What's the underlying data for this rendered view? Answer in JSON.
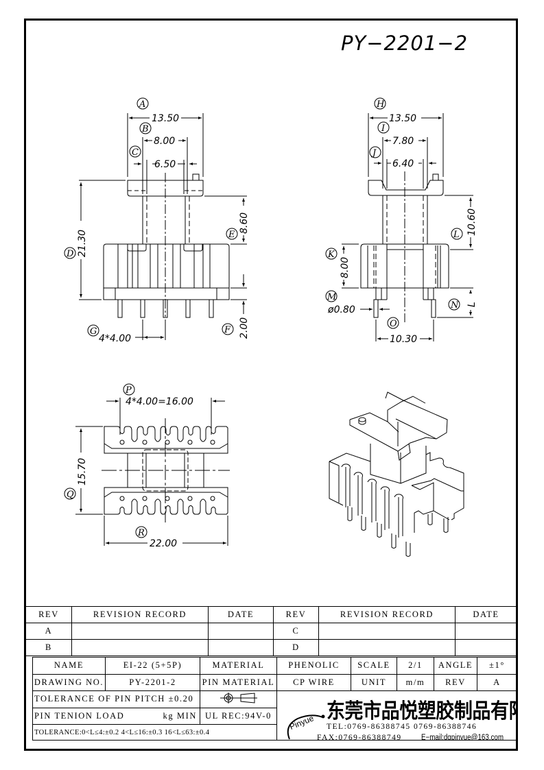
{
  "drawing": {
    "number_title": "PY−2201−2",
    "front_view": {
      "labels": {
        "A": "A",
        "B": "B",
        "C": "C",
        "D": "D",
        "E": "E",
        "F": "F",
        "G": "G"
      },
      "dims": {
        "A": "13.50",
        "B": "8.00",
        "C": "6.50",
        "D": "21.30",
        "E": "8.60",
        "F": "2.00",
        "G": "4*4.00"
      }
    },
    "side_view": {
      "labels": {
        "H": "H",
        "I": "I",
        "J": "J",
        "K": "K",
        "L": "L",
        "M": "M",
        "N": "N",
        "O": "O"
      },
      "dims": {
        "H": "13.50",
        "I": "7.80",
        "J": "6.40",
        "K": "8.00",
        "L": "10.60",
        "M": "ø0.80",
        "N": "L",
        "O": "10.30"
      }
    },
    "bottom_view": {
      "labels": {
        "P": "P",
        "Q": "Q",
        "R": "R"
      },
      "dims": {
        "P": "4*4.00=16.00",
        "Q": "15.70",
        "R": "22.00"
      }
    },
    "iso_view": {
      "icon": "bobbin-3d-icon"
    }
  },
  "revision_table": {
    "headers": [
      "REV",
      "REVISION RECORD",
      "DATE",
      "REV",
      "REVISION RECORD",
      "DATE"
    ],
    "rows": [
      {
        "rev_left": "A",
        "record_left": "",
        "date_left": "",
        "rev_right": "C",
        "record_right": "",
        "date_right": ""
      },
      {
        "rev_left": "B",
        "record_left": "",
        "date_left": "",
        "rev_right": "D",
        "record_right": "",
        "date_right": ""
      }
    ]
  },
  "title_block": {
    "name_label": "NAME",
    "name_value": "EI-22 (5+5P)",
    "material_label": "MATERIAL",
    "material_value": "PHENOLIC",
    "scale_label": "SCALE",
    "scale_value": "2/1",
    "angle_label": "ANGLE",
    "angle_value": "±1°",
    "drawing_no_label": "DRAWING NO.",
    "drawing_no_value": "PY-2201-2",
    "pin_material_label": "PIN MATERIAL",
    "pin_material_value": "CP WIRE",
    "unit_label": "UNIT",
    "unit_value": "m/m",
    "rev_label": "REV",
    "rev_value": "A",
    "pin_pitch_tolerance": "TOLERANCE OF PIN PITCH ±0.20",
    "projection_symbol": "third-angle-projection-icon",
    "pin_tension_label": "PIN TENION LOAD",
    "pin_tension_unit": "kg MIN",
    "ul_rec": "UL REC:94V-0",
    "tolerance_note": "TOLERANCE:0<L≤4:±0.2   4<L≤16:±0.3   16<L≤63:±0.4"
  },
  "company": {
    "logo_text": "Pinyue",
    "name": "东莞市品悦塑胶制品有限公司",
    "tel": "TEL:0769-86388745    0769-86388746",
    "fax": "FAX:0769-86388749",
    "email": "E−mail:dgpinyue@163.com"
  }
}
